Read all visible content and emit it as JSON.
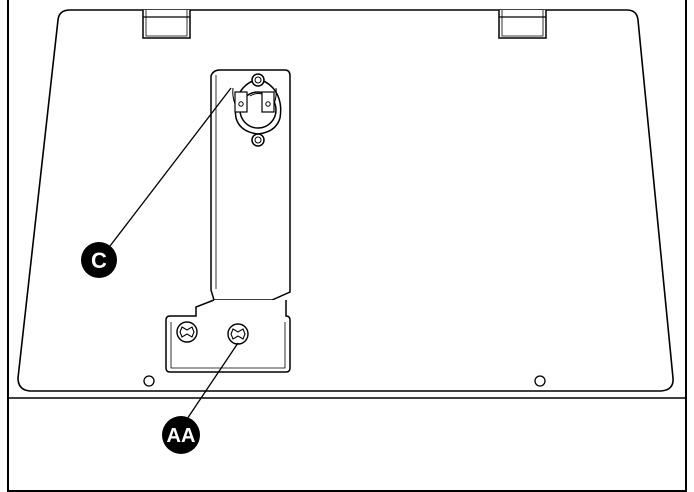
{
  "diagram": {
    "callouts": [
      {
        "id": "c",
        "label": "C"
      },
      {
        "id": "aa",
        "label": "AA"
      }
    ],
    "colors": {
      "line": "#000000",
      "background": "#ffffff",
      "callout_fill": "#000000",
      "callout_text": "#ffffff"
    }
  }
}
